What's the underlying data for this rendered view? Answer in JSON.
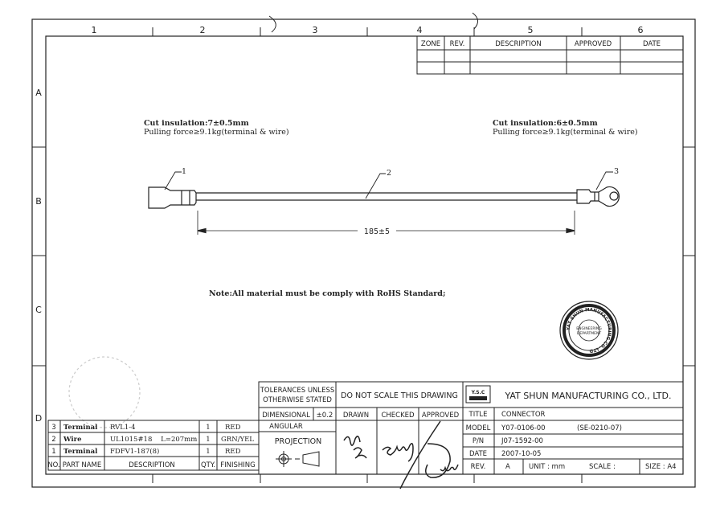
{
  "border": {
    "columns": [
      "1",
      "2",
      "3",
      "4",
      "5",
      "6"
    ],
    "rows": [
      "A",
      "B",
      "C",
      "D"
    ]
  },
  "revision_block": {
    "headers": [
      "ZONE",
      "REV.",
      "DESCRIPTION",
      "APPROVED",
      "DATE"
    ]
  },
  "notes": {
    "left_cut": "Cut insulation:7±0.5mm",
    "left_pull": "Pulling force≥9.1kg(terminal & wire)",
    "right_cut": "Cut insulation:6±0.5mm",
    "right_pull": "Pulling force≥9.1kg(terminal & wire)",
    "rohs": "Note:All material must be comply with RoHS Standard;"
  },
  "drawing": {
    "callouts": [
      "1",
      "2",
      "3"
    ],
    "dimension": "185±5"
  },
  "stamp": {
    "ring_text": "YAT SHUN MANUFACTURING CO. LTD.",
    "center_line1": "ENGINEERING",
    "center_line2": "DEPARTMENT"
  },
  "bom": {
    "headers": [
      "NO.",
      "PART NAME",
      "DESCRIPTION",
      "QTY.",
      "FINISHING"
    ],
    "rows": [
      {
        "no": "3",
        "part": "Terminal",
        "desc": "RVL1-4",
        "qty": "1",
        "finish": "RED"
      },
      {
        "no": "2",
        "part": "Wire",
        "desc": "UL1015#18    L=207mm",
        "qty": "1",
        "finish": "GRN/YEL"
      },
      {
        "no": "1",
        "part": "Terminal",
        "desc": "FDFV1-187(8)",
        "qty": "1",
        "finish": "RED"
      }
    ]
  },
  "title_block": {
    "tolerance_line1": "TOLERANCES UNLESS",
    "tolerance_line2": "OTHERWISE STATED",
    "do_not_scale": "DO NOT SCALE THIS DRAWING",
    "logo_text": "Y.S.C",
    "company": "YAT SHUN MANUFACTURING CO., LTD.",
    "dimensional_label": "DIMENSIONAL",
    "dimensional_value": "±0.2",
    "angular_label": "ANGULAR",
    "projection_label": "PROJECTION",
    "drawn_label": "DRAWN",
    "checked_label": "CHECKED",
    "approved_label": "APPROVED",
    "title_label": "TITLE",
    "title_value": "CONNECTOR",
    "model_label": "MODEL",
    "model_value": "Y07-0106-00",
    "model_ref": "(SE-0210-07)",
    "pn_label": "P/N",
    "pn_value": "J07-1592-00",
    "date_label": "DATE",
    "date_value": "2007-10-05",
    "rev_label": "REV.",
    "rev_value": "A",
    "unit_text": "UNIT : mm",
    "scale_text": "SCALE :",
    "size_text": "SIZE : A4"
  },
  "colors": {
    "ink": "#222222",
    "paper": "#ffffff"
  }
}
